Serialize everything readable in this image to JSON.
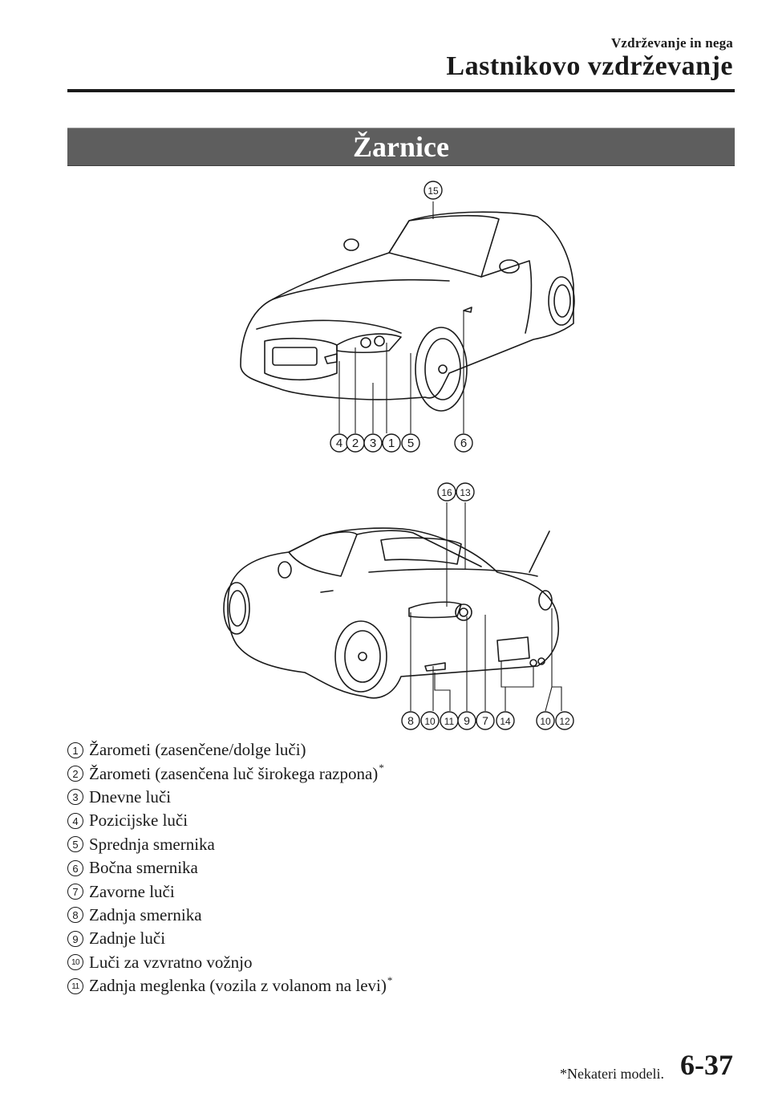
{
  "header": {
    "section": "Vzdrževanje in nega",
    "title": "Lastnikovo vzdrževanje"
  },
  "banner": {
    "title": "Žarnice"
  },
  "front_figure": {
    "callouts": [
      "15",
      "4",
      "2",
      "3",
      "1",
      "5",
      "6"
    ]
  },
  "rear_figure": {
    "callouts": [
      "16",
      "13",
      "8",
      "10",
      "11",
      "9",
      "7",
      "14",
      "10",
      "12"
    ]
  },
  "legend": [
    {
      "num": "1",
      "text": "Žarometi (zasenčene/dolge luči)",
      "star": ""
    },
    {
      "num": "2",
      "text": "Žarometi (zasenčena luč širokega razpona)",
      "star": "*"
    },
    {
      "num": "3",
      "text": "Dnevne luči",
      "star": ""
    },
    {
      "num": "4",
      "text": "Pozicijske luči",
      "star": ""
    },
    {
      "num": "5",
      "text": "Sprednja smernika",
      "star": ""
    },
    {
      "num": "6",
      "text": "Bočna smernika",
      "star": ""
    },
    {
      "num": "7",
      "text": "Zavorne luči",
      "star": ""
    },
    {
      "num": "8",
      "text": "Zadnja smernika",
      "star": ""
    },
    {
      "num": "9",
      "text": "Zadnje luči",
      "star": ""
    },
    {
      "num": "10",
      "text": "Luči za vzvratno vožnjo",
      "star": ""
    },
    {
      "num": "11",
      "text": "Zadnja meglenka (vozila z volanom na levi)",
      "star": "*"
    }
  ],
  "footer": {
    "footnote": "*Nekateri modeli.",
    "page": "6-37"
  }
}
